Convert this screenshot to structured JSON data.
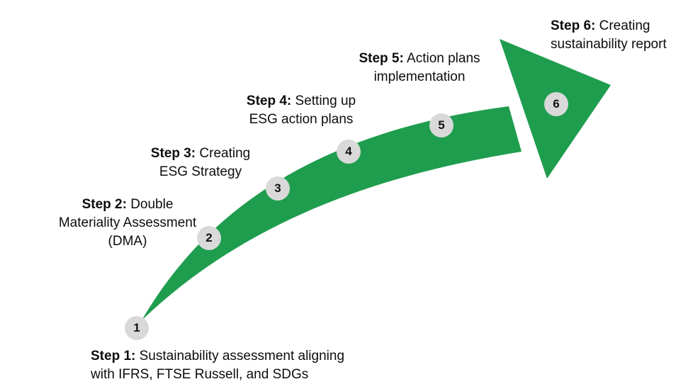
{
  "figure": {
    "type": "process-arrow-diagram",
    "background_color": "#ffffff",
    "arrow_color": "#1f9d4e",
    "circle_fill": "#d9d9d9",
    "text_color": "#0d0d0d",
    "steps": [
      {
        "number": "1",
        "bold": "Step 1:",
        "rest": " Sustainability assessment aligning",
        "line2": "with IFRS, FTSE Russell, and SDGs"
      },
      {
        "number": "2",
        "bold": "Step 2:",
        "rest": " Double",
        "line2": "Materiality Assessment",
        "line3": "(DMA)"
      },
      {
        "number": "3",
        "bold": "Step 3:",
        "rest": " Creating",
        "line2": "ESG Strategy"
      },
      {
        "number": "4",
        "bold": "Step 4:",
        "rest": " Setting up",
        "line2": "ESG action plans"
      },
      {
        "number": "5",
        "bold": "Step 5:",
        "rest": " Action plans",
        "line2": "implementation"
      },
      {
        "number": "6",
        "bold": "Step 6:",
        "rest": " Creating",
        "line2": "sustainability report"
      }
    ]
  }
}
